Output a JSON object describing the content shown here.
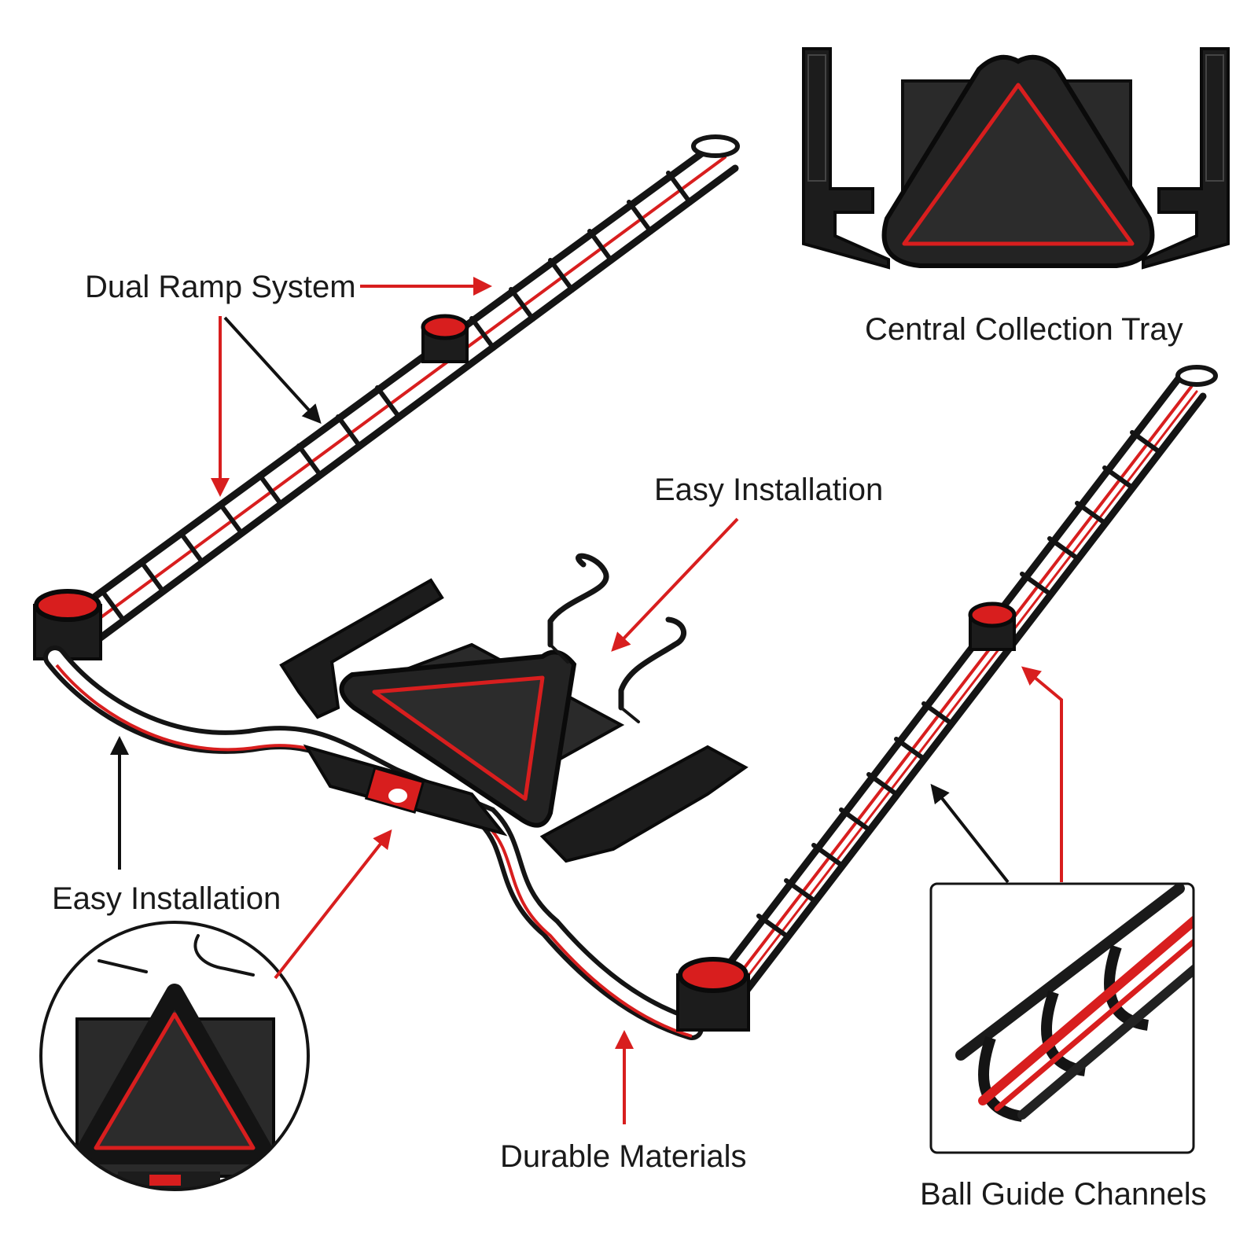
{
  "labels": {
    "dual_ramp_system": "Dual Ramp System",
    "central_collection_tray": "Central Collection Tray",
    "easy_installation_top": "Easy Installation",
    "easy_installation_left": "Easy Installation",
    "durable_materials": "Durable Materials",
    "ball_guide_channels": "Ball Guide Channels"
  },
  "colors": {
    "accent_red": "#d81e1e",
    "part_black": "#1c1c1c",
    "part_gray": "#2e2e2e",
    "arrow_black": "#111111"
  }
}
